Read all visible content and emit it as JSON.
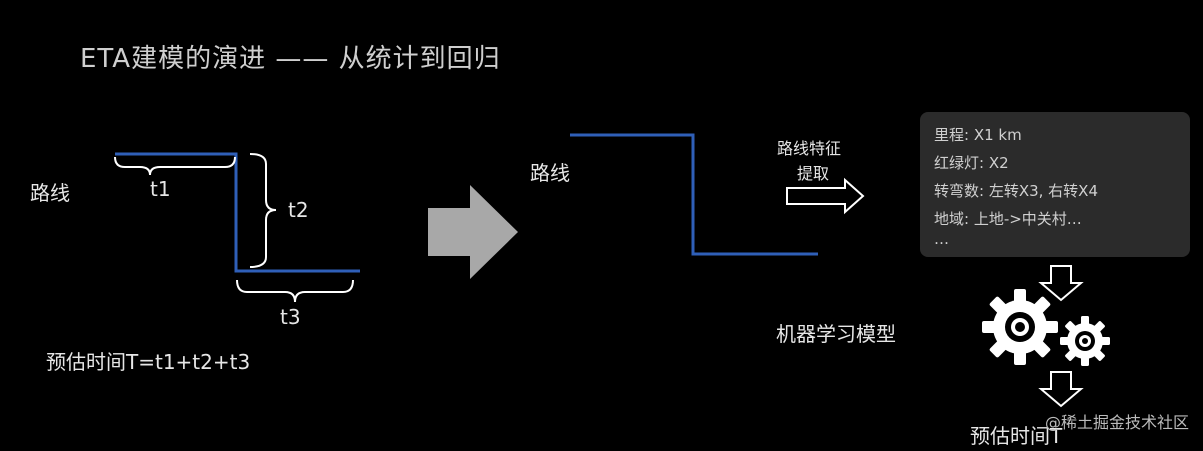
{
  "title": "ETA建模的演进 —— 从统计到回归",
  "left": {
    "route_label": "路线",
    "t1": "t1",
    "t2": "t2",
    "t3": "t3",
    "formula": "预估时间T=t1+t2+t3"
  },
  "right": {
    "route_label": "路线",
    "feature_extract_line1": "路线特征",
    "feature_extract_line2": "提取",
    "info_lines": [
      "里程: X1 km",
      "红绿灯: X2",
      "转弯数: 左转X3, 右转X4",
      "地域: 上地->中关村…",
      "…"
    ],
    "ml_model_label": "机器学习模型",
    "output_label": "预估时间T"
  },
  "watermark": "@稀土掘金技术社区",
  "colors": {
    "route_line": "#2f5fb8",
    "arrow": "#a8a8a8",
    "box": "#2b2b2b"
  }
}
